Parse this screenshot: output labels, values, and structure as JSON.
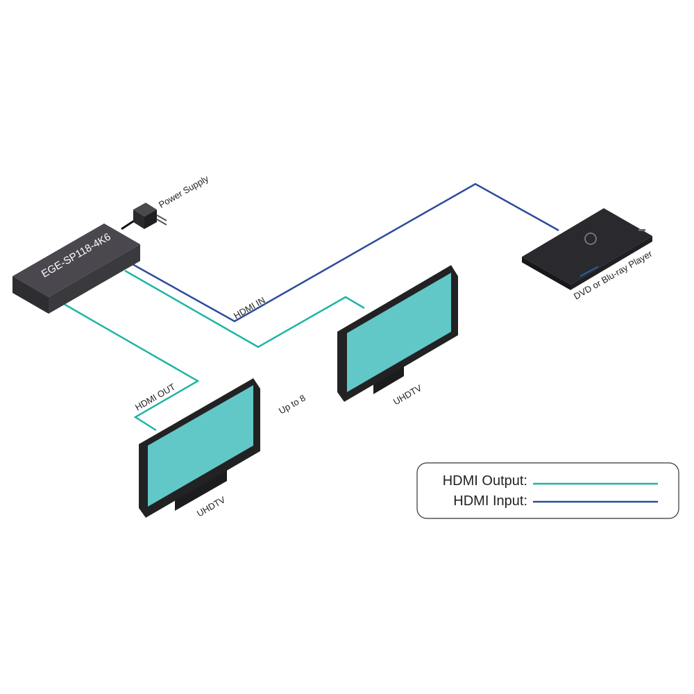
{
  "devices": {
    "splitter_label": "EGE-SP118-4K6",
    "power_supply_label": "Power Supply",
    "player_label": "DVD or Blu-ray Player",
    "tv_front_label": "UHDTV",
    "tv_back_label": "UHDTV"
  },
  "connections": {
    "hdmi_in_label": "HDMI IN",
    "hdmi_out_label": "HDMI OUT",
    "up_to_label": "Up to 8"
  },
  "legend": {
    "output_label": "HDMI Output:",
    "input_label": "HDMI Input:"
  },
  "colors": {
    "hdmi_output": "#1fb5a5",
    "hdmi_input": "#2b4a9c",
    "screen": "#62c7c7",
    "device_dark": "#3a3a3e"
  }
}
